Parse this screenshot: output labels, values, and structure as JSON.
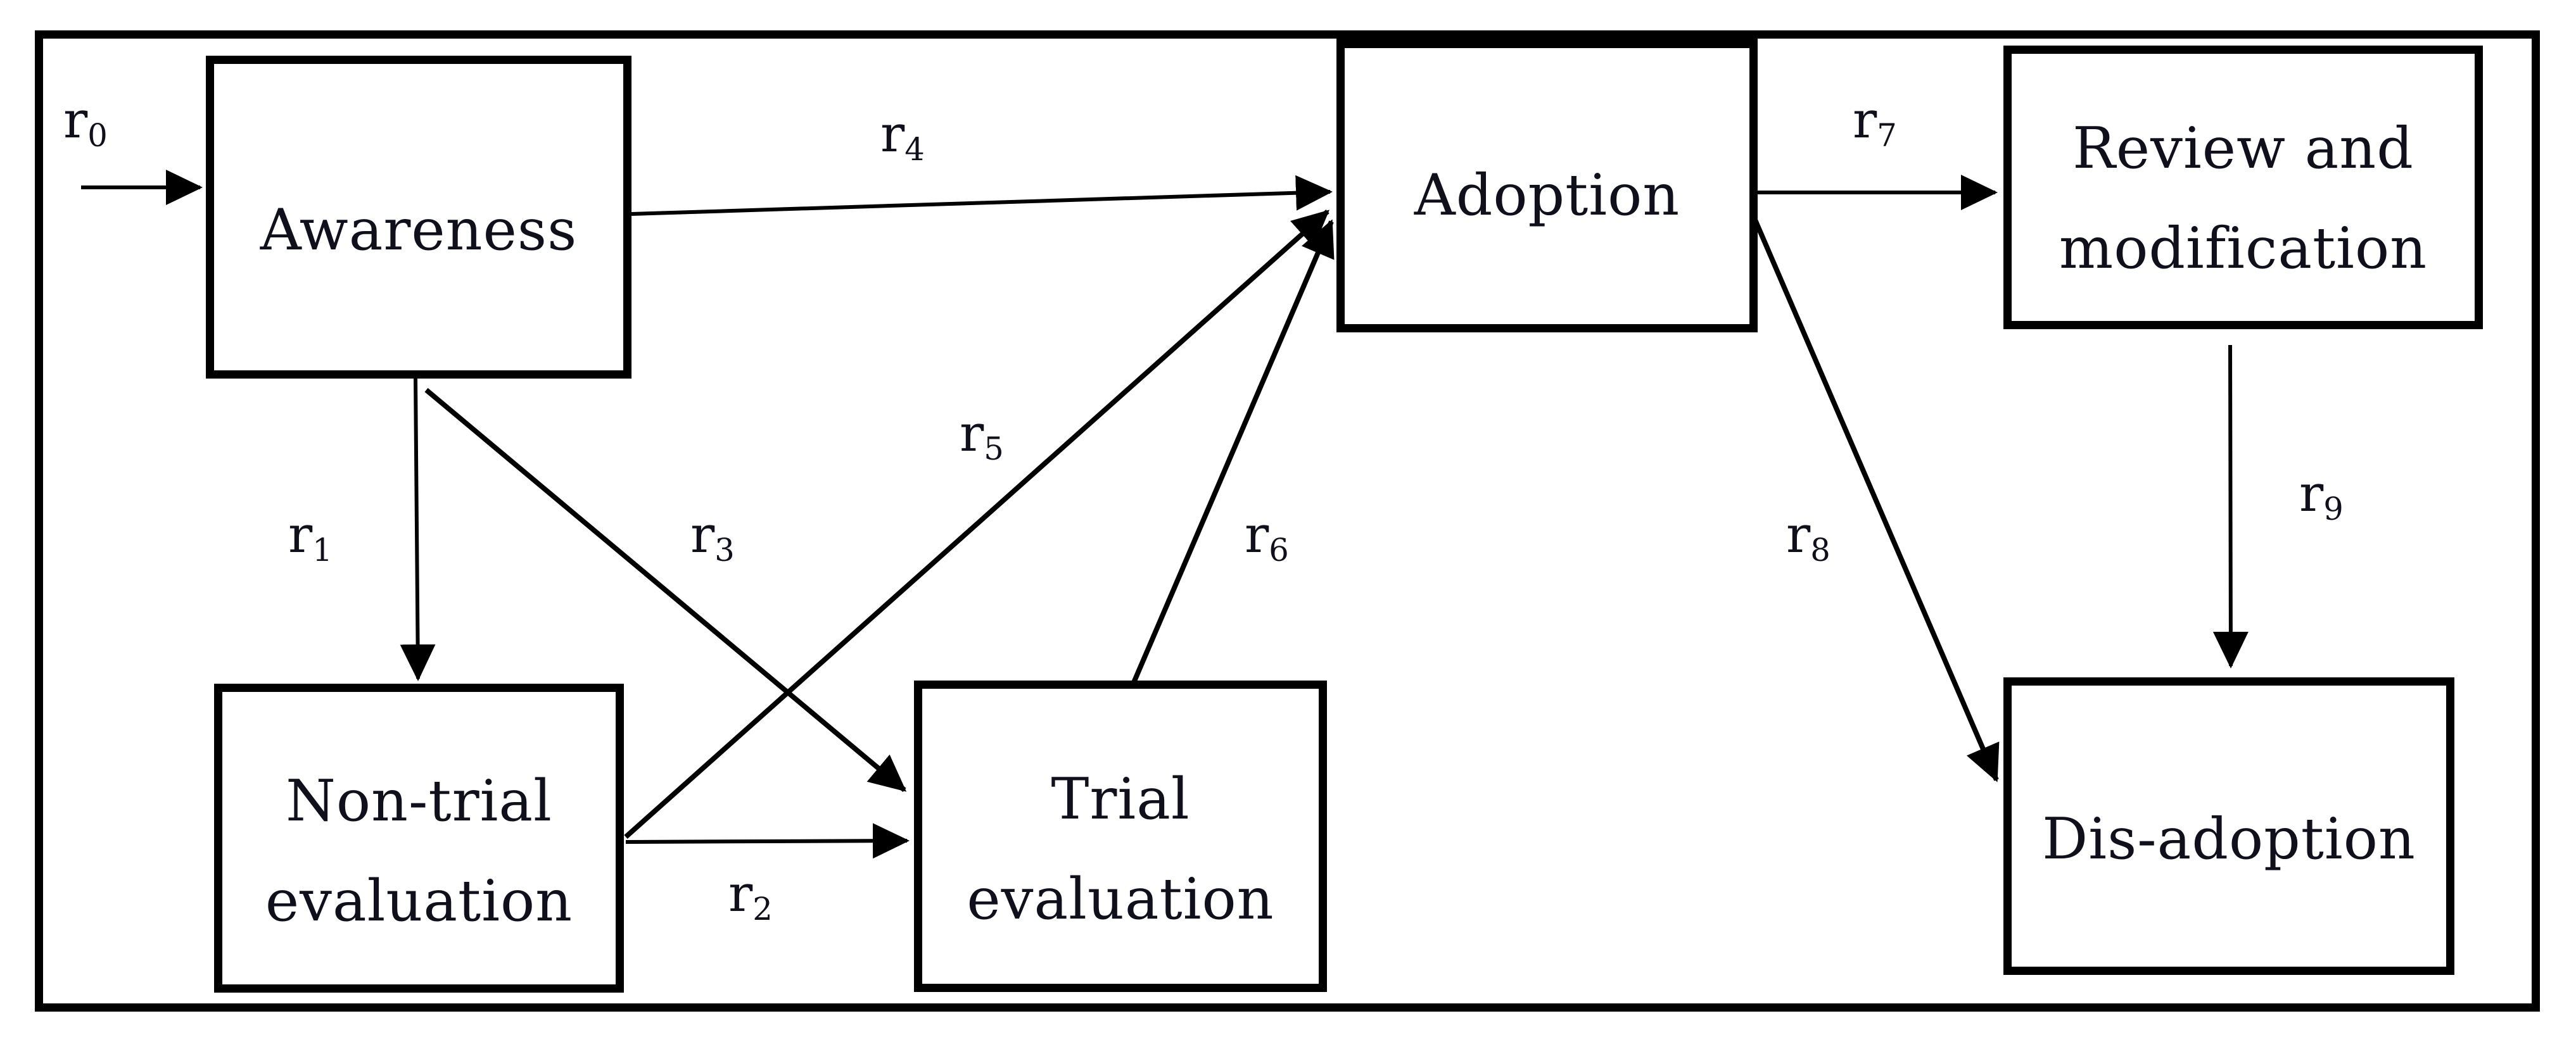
{
  "diagram": {
    "kind": "flow-diagram",
    "description": "Stages of adoption process flow diagram",
    "background_color": "#ffffff",
    "line_color": "#000000",
    "text_color": "#10101c",
    "nodes": [
      {
        "id": "awareness",
        "lines": [
          "Awareness"
        ]
      },
      {
        "id": "non-trial-evaluation",
        "lines": [
          "Non-trial",
          "evaluation"
        ]
      },
      {
        "id": "trial-evaluation",
        "lines": [
          "Trial",
          "evaluation"
        ]
      },
      {
        "id": "adoption",
        "lines": [
          "Adoption"
        ]
      },
      {
        "id": "review-and-modification",
        "lines": [
          "Review and",
          "modification"
        ]
      },
      {
        "id": "dis-adoption",
        "lines": [
          "Dis-adoption"
        ]
      }
    ],
    "edges": [
      {
        "label": "r",
        "sub": "0",
        "from": "external",
        "to": "awareness"
      },
      {
        "label": "r",
        "sub": "1",
        "from": "awareness",
        "to": "non-trial-evaluation"
      },
      {
        "label": "r",
        "sub": "2",
        "from": "non-trial-evaluation",
        "to": "trial-evaluation"
      },
      {
        "label": "r",
        "sub": "3",
        "from": "awareness",
        "to": "trial-evaluation"
      },
      {
        "label": "r",
        "sub": "4",
        "from": "awareness",
        "to": "adoption"
      },
      {
        "label": "r",
        "sub": "5",
        "from": "non-trial-evaluation",
        "to": "adoption"
      },
      {
        "label": "r",
        "sub": "6",
        "from": "trial-evaluation",
        "to": "adoption"
      },
      {
        "label": "r",
        "sub": "7",
        "from": "adoption",
        "to": "review-and-modification"
      },
      {
        "label": "r",
        "sub": "8",
        "from": "adoption",
        "to": "dis-adoption"
      },
      {
        "label": "r",
        "sub": "9",
        "from": "review-and-modification",
        "to": "dis-adoption"
      }
    ]
  }
}
